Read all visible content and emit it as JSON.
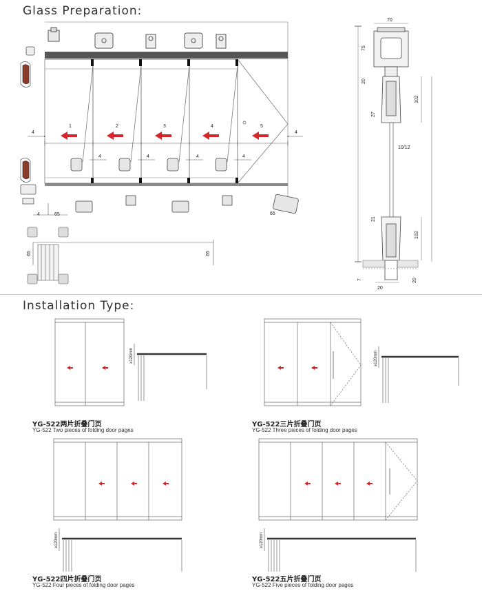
{
  "sections": {
    "glass_preparation_title": "Glass Preparation:",
    "installation_type_title": "Installation Type:"
  },
  "prep": {
    "panel_numbers": [
      "1",
      "2",
      "3",
      "4",
      "5"
    ],
    "dim_4": "4",
    "dim_65": "65"
  },
  "section_view": {
    "dim_70": "70",
    "dim_75": "75",
    "dim_20_top": "20",
    "dim_102_top": "102",
    "dim_27": "27",
    "dim_glass": "10/12",
    "dim_21": "21",
    "dim_102_bottom": "102",
    "dim_7": "7",
    "dim_20_bottom": "20",
    "dim_20_right": "20"
  },
  "installation": {
    "clearance_label": "≥120mm",
    "types": [
      {
        "cn": "YG-522两片折叠门页",
        "en": "YG-522  Two pieces of folding door pages"
      },
      {
        "cn": "YG-522三片折叠门页",
        "en": "YG-522  Three pieces of folding door pages"
      },
      {
        "cn": "YG-522四片折叠门页",
        "en": "YG-522  Four pieces of folding door pages"
      },
      {
        "cn": "YG-522五片折叠门页",
        "en": "YG-522 Five pieces of folding door pages"
      }
    ]
  },
  "colors": {
    "arrow_red": "#d7262b",
    "rail_dark": "#555555",
    "line_gray": "#888888",
    "seal_brown": "#8b3a2a"
  }
}
